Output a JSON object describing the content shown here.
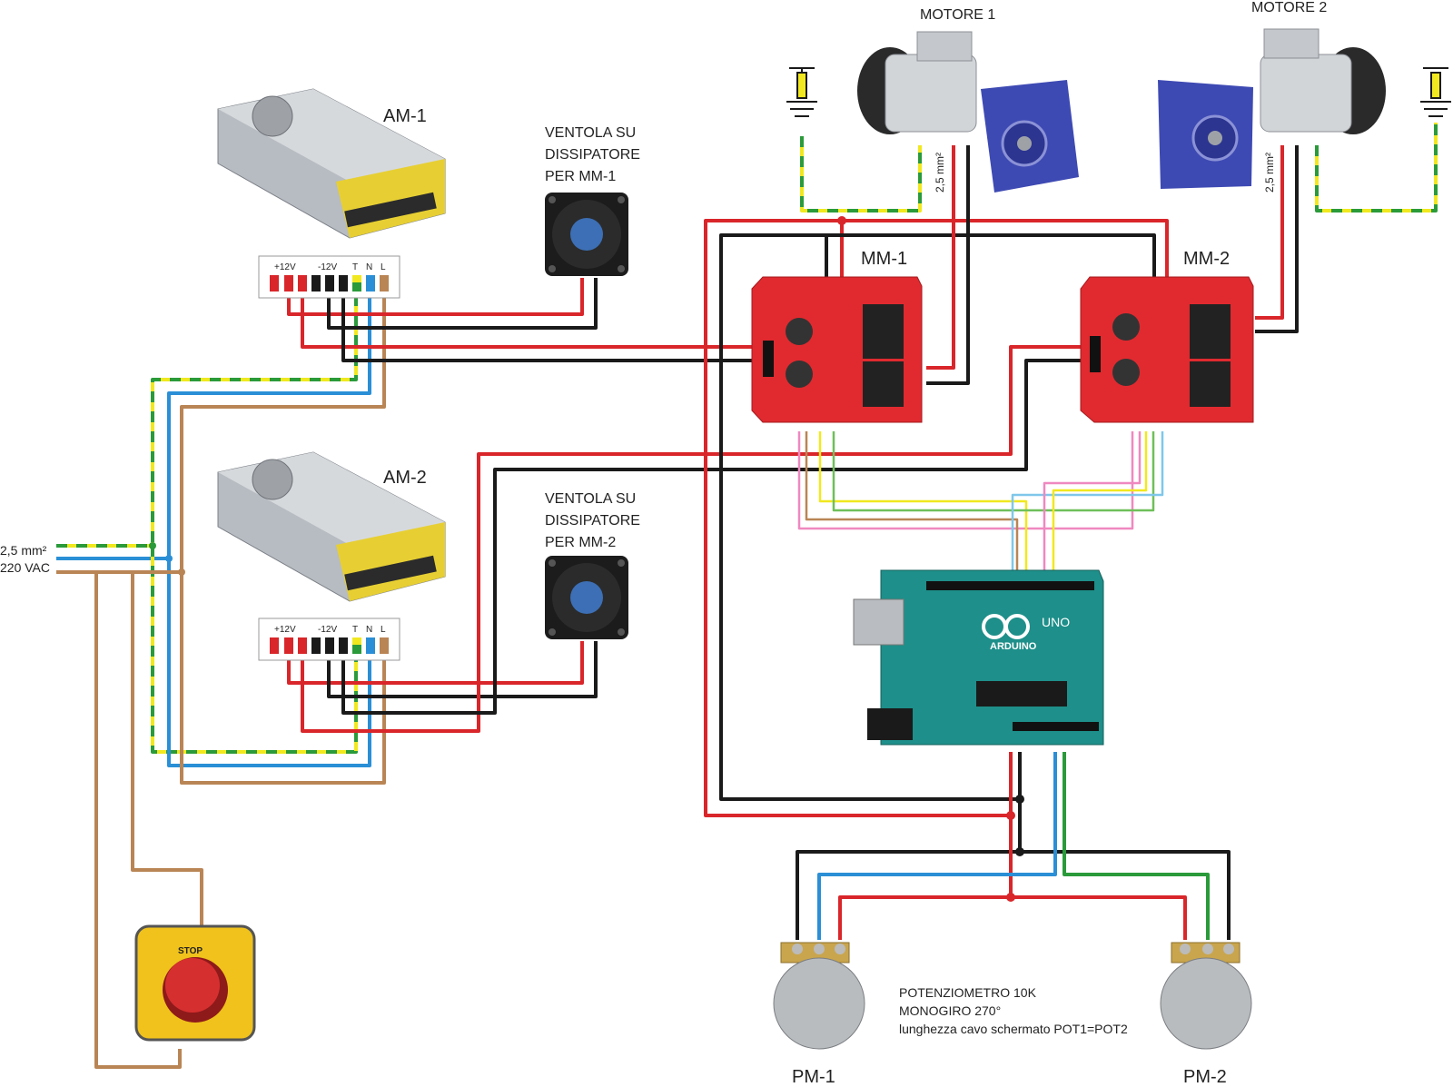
{
  "labels": {
    "motor1": "MOTORE 1",
    "motor2": "MOTORE 2",
    "psu1": "AM-1",
    "psu2": "AM-2",
    "driver1": "MM-1",
    "driver2": "MM-2",
    "fan1_line1": "VENTOLA SU",
    "fan1_line2": "DISSIPATORE",
    "fan1_line3": "PER MM-1",
    "fan2_line1": "VENTOLA SU",
    "fan2_line2": "DISSIPATORE",
    "fan2_line3": "PER MM-2",
    "cable_size": "2,5 mm²",
    "motor_cable_1": "2,5 mm²",
    "motor_cable_2": "2,5 mm²",
    "mains": "220 VAC",
    "pot1": "PM-1",
    "pot2": "PM-2",
    "pot_note_1": "POTENZIOMETRO 10K",
    "pot_note_2": "MONOGIRO 270°",
    "pot_note_3": "lunghezza cavo schermato POT1=POT2",
    "arduino_brand": "ARDUINO",
    "arduino_model": "UNO",
    "stop": "STOP"
  },
  "terminal_block": {
    "plus12": "+12V",
    "minus12": "-12V",
    "t": "T",
    "n": "N",
    "l": "L"
  },
  "colors": {
    "red": "#d9262a",
    "black": "#1a1a1a",
    "blue": "#2a8fd6",
    "brown": "#b98555",
    "green": "#2a9a3a",
    "yellow": "#f1e81f",
    "pink": "#ef88c0",
    "light_blue": "#7fc7ea",
    "light_green": "#6fbf5a",
    "board_red": "#e02a2f",
    "board_teal": "#1e8f8a"
  }
}
